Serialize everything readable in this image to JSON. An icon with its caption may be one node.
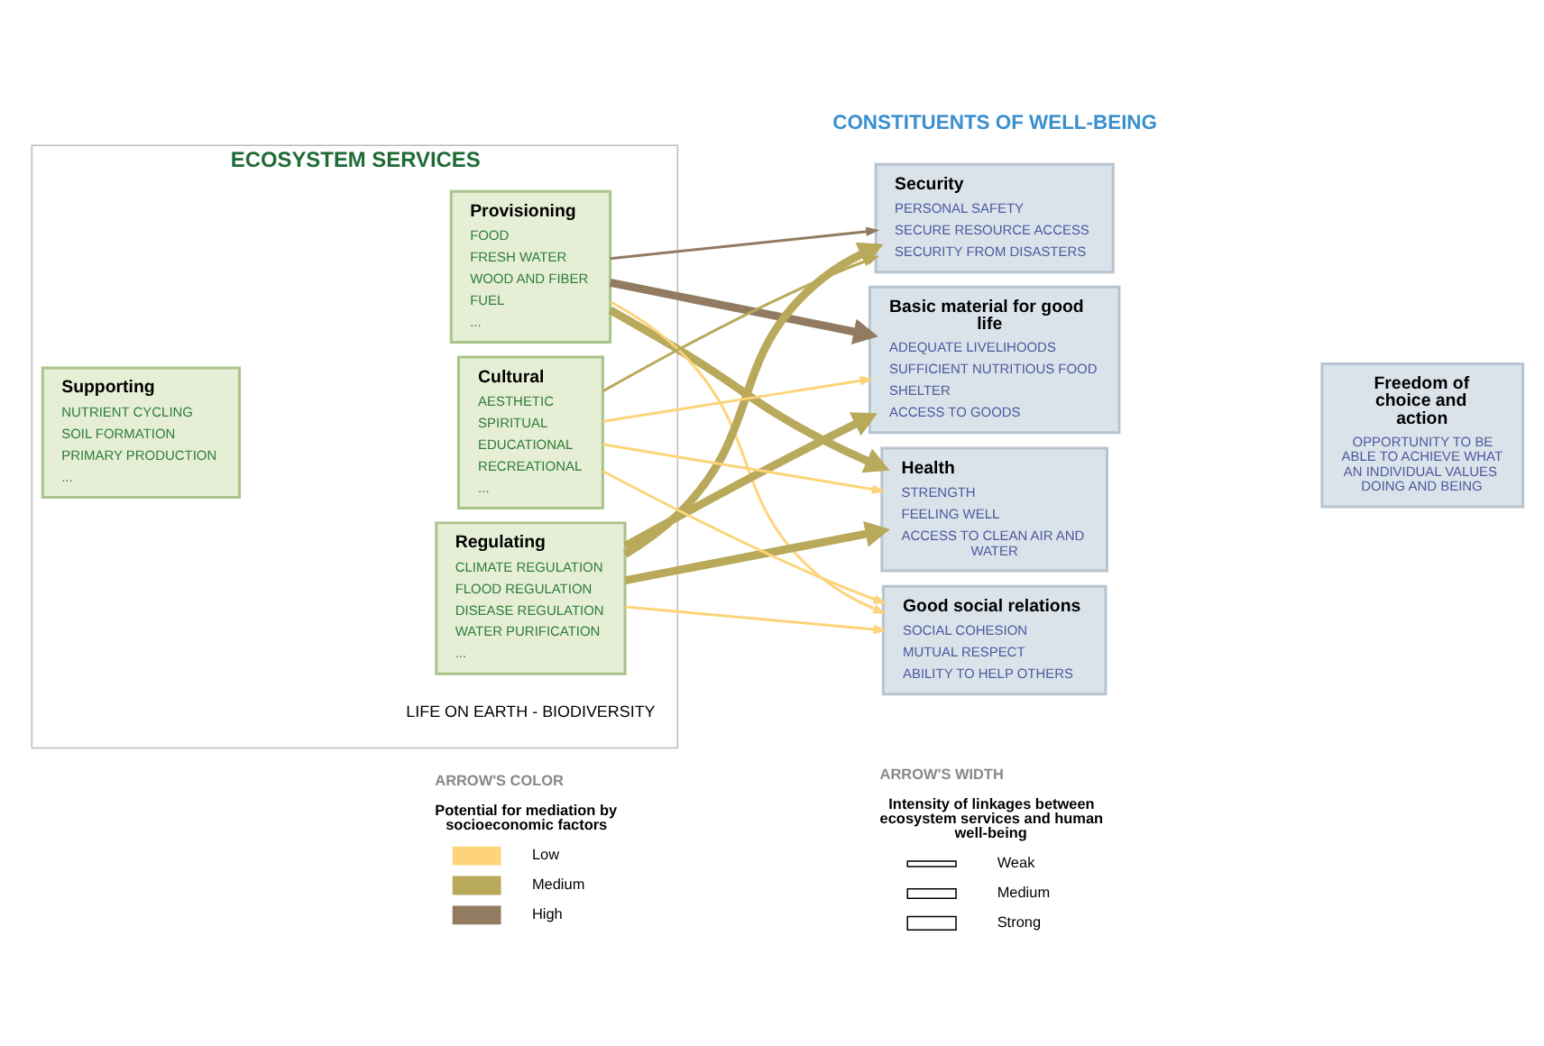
{
  "diagram": {
    "nodes": [
      {
        "text": [
          "ECOSYSTEM SERVICES",
          "LIFE ON EARTH - BIODIVERSITY"
        ]
      },
      {
        "text": [
          "Supporting",
          "NUTRIENT CYCLING",
          "SOIL FORMATION",
          "PRIMARY PRODUCTION",
          "..."
        ],
        "in": 0
      },
      {
        "text": [
          "Provisioning",
          "FOOD",
          "FRESH WATER",
          "WOOD AND FIBER",
          "FUEL",
          "..."
        ],
        "in": 0
      },
      {
        "text": [
          "Regulating",
          "CLIMATE REGULATION",
          "FLOOD REGULATION",
          "DISEASE REGULATION",
          "WATER PURIFICATION",
          "..."
        ],
        "in": 0
      },
      {
        "text": [
          "Cultural",
          "AESTHETIC",
          "SPIRITUAL",
          "EDUCATIONAL",
          "RECREATIONAL",
          "..."
        ],
        "in": 0
      },
      {
        "text": [
          "Security",
          "PERSONAL SAFETY",
          "SECURE RESOURCE ACCESS",
          "SECURITY FROM DISASTERS"
        ]
      },
      {
        "text": [
          "Basic material for good life",
          "ADEQUATE LIVELIHOODS",
          "SUFFICIENT NUTRITIOUS FOOD",
          "SHELTER",
          "ACCESS TO GOODS"
        ]
      },
      {
        "text": [
          "Health",
          "STRENGTH",
          "FEELING WELL",
          "ACCESS TO CLEAN AIR AND WATER"
        ]
      },
      {
        "text": [
          "Good social relations",
          "SOCIAL COHESION",
          "MUTUAL RESPECT",
          "ABILITY TO HELP OTHERS"
        ]
      },
      {
        "text": [
          "Freedom of choice and action",
          "OPPORTUNITY TO BE ABLE TO ACHIEVE WHAT AN INDIVIDUAL VALUES DOING AND BEING"
        ]
      }
    ],
    "edges": [
      {
        "from": 2,
        "to": 5,
        "arrow": "to",
        "color": "#937b61"
      },
      {
        "from": 2,
        "to": 6,
        "arrow": "to",
        "style": "thick",
        "color": "#937b61"
      },
      {
        "from": 2,
        "to": 7,
        "arrow": "to",
        "style": "thick",
        "color": "#b9a95a"
      },
      {
        "from": 2,
        "to": 8,
        "arrow": "to",
        "color": "#fdd47a"
      },
      {
        "from": 3,
        "to": 5,
        "arrow": "to",
        "style": "thick",
        "color": "#b9a95a"
      },
      {
        "from": 3,
        "to": 6,
        "arrow": "to",
        "style": "thick",
        "color": "#b9a95a"
      },
      {
        "from": 3,
        "to": 7,
        "arrow": "to",
        "style": "thick",
        "color": "#b9a95a"
      },
      {
        "from": 3,
        "to": 8,
        "arrow": "to",
        "color": "#fdd47a"
      },
      {
        "from": 4,
        "to": 5,
        "arrow": "to",
        "color": "#b9a95a"
      },
      {
        "from": 4,
        "to": 6,
        "arrow": "to",
        "color": "#fdd47a"
      },
      {
        "from": 4,
        "to": 7,
        "arrow": "to",
        "color": "#fdd47a"
      },
      {
        "from": 4,
        "to": 8,
        "arrow": "to",
        "color": "#fdd47a"
      }
    ],
    "labels": [
      "CONSTITUENTS OF WELL-BEING",
      "ARROW'S COLOR",
      "Potential for mediation by socioeconomic factors",
      "ARROW'S WIDTH",
      "Intensity of linkages between ecosystem services and human well-being"
    ],
    "legend": [
      {
        "text": "Low",
        "color": "#fdd47a"
      },
      {
        "text": "Medium",
        "color": "#b9a95a"
      },
      {
        "text": "High",
        "color": "#937b61"
      },
      {
        "text": "Weak"
      },
      {
        "text": "Medium"
      },
      {
        "text": "Strong"
      }
    ]
  }
}
